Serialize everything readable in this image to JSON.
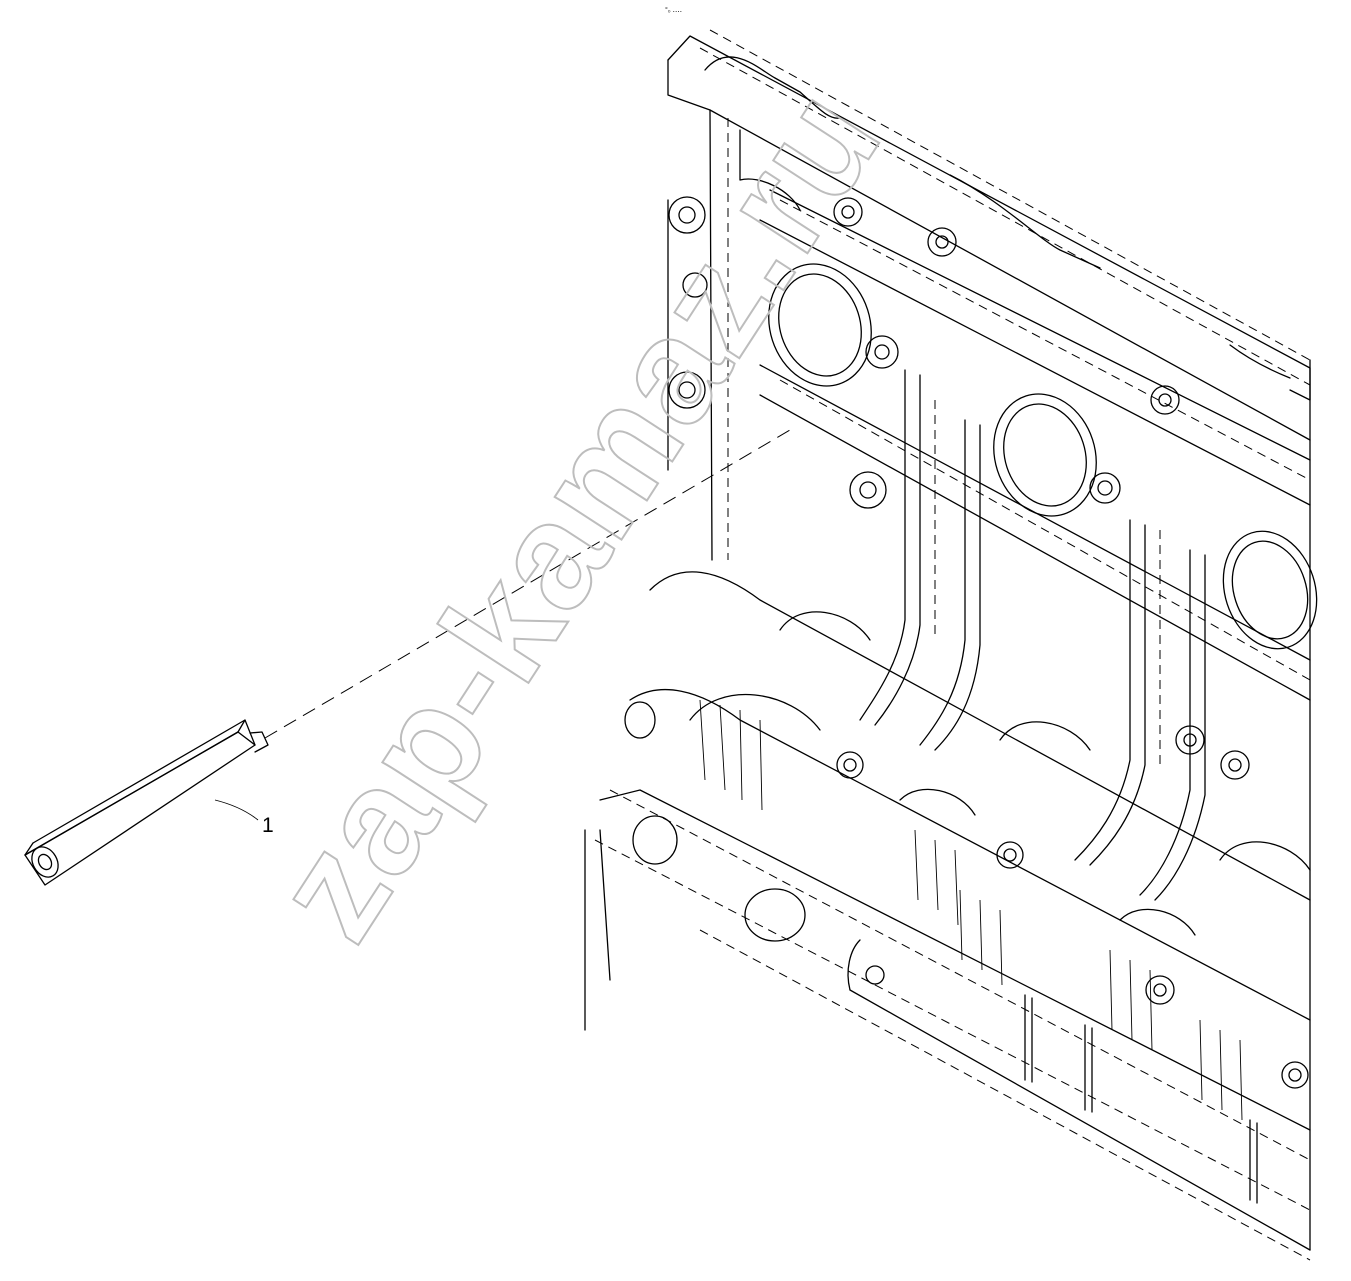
{
  "diagram": {
    "callouts": [
      {
        "id": "1",
        "label": "1"
      }
    ],
    "reference_code": "°₀ ‥‥",
    "watermark": "zap-kamaz.ru"
  }
}
